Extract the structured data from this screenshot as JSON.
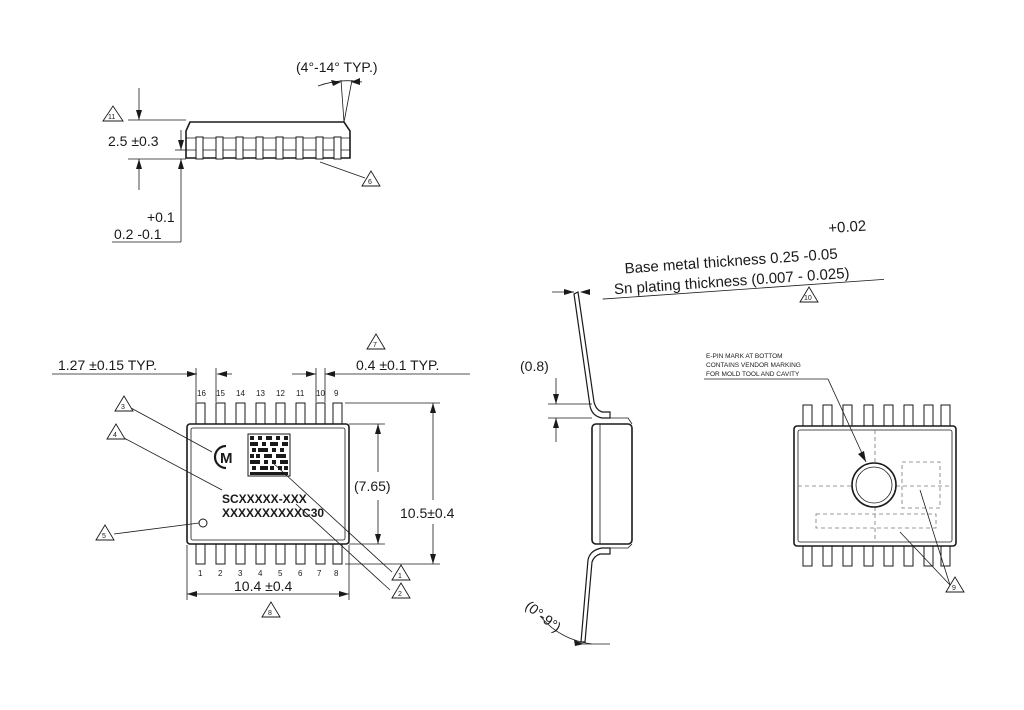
{
  "side_view": {
    "angle_label": "(4°-14° TYP.)",
    "height_label": "2.5 ±0.3",
    "standoff_tol_plus": "+0.1",
    "standoff_label": "0.2 -0.1",
    "note_11": "11",
    "note_6": "6"
  },
  "top_view": {
    "pitch_label": "1.27 ±0.15 TYP.",
    "lead_width_label": "0.4 ±0.1 TYP.",
    "note_7": "7",
    "top_pin_numbers": [
      "16",
      "15",
      "14",
      "13",
      "12",
      "11",
      "10",
      "9"
    ],
    "bottom_pin_numbers": [
      "1",
      "2",
      "3",
      "4",
      "5",
      "6",
      "7",
      "8"
    ],
    "marking_line1": "SCXXXXX-XXX",
    "marking_line2": "XXXXXXXXXXC30",
    "logo_text": "M",
    "body_height_label": "(7.65)",
    "total_height_label": "10.5±0.4",
    "width_label": "10.4 ±0.4",
    "note_8": "8",
    "callout_3": "3",
    "callout_4": "4",
    "callout_5": "5",
    "callout_1": "1",
    "callout_2": "2"
  },
  "lead_detail": {
    "base_metal_tol_plus": "+0.02",
    "base_metal_label": "Base metal thickness 0.25 -0.05",
    "plating_label": "Sn plating thickness (0.007 - 0.025)",
    "note_10": "10",
    "bend_label": "(0.8)",
    "foot_angle_label": "(0°-9°)"
  },
  "bottom_view": {
    "epin_note_line1": "E-PIN MARK AT BOTTOM",
    "epin_note_line2": "CONTAINS VENDOR MARKING",
    "epin_note_line3": "FOR MOLD TOOL AND CAVITY",
    "note_9": "9"
  }
}
